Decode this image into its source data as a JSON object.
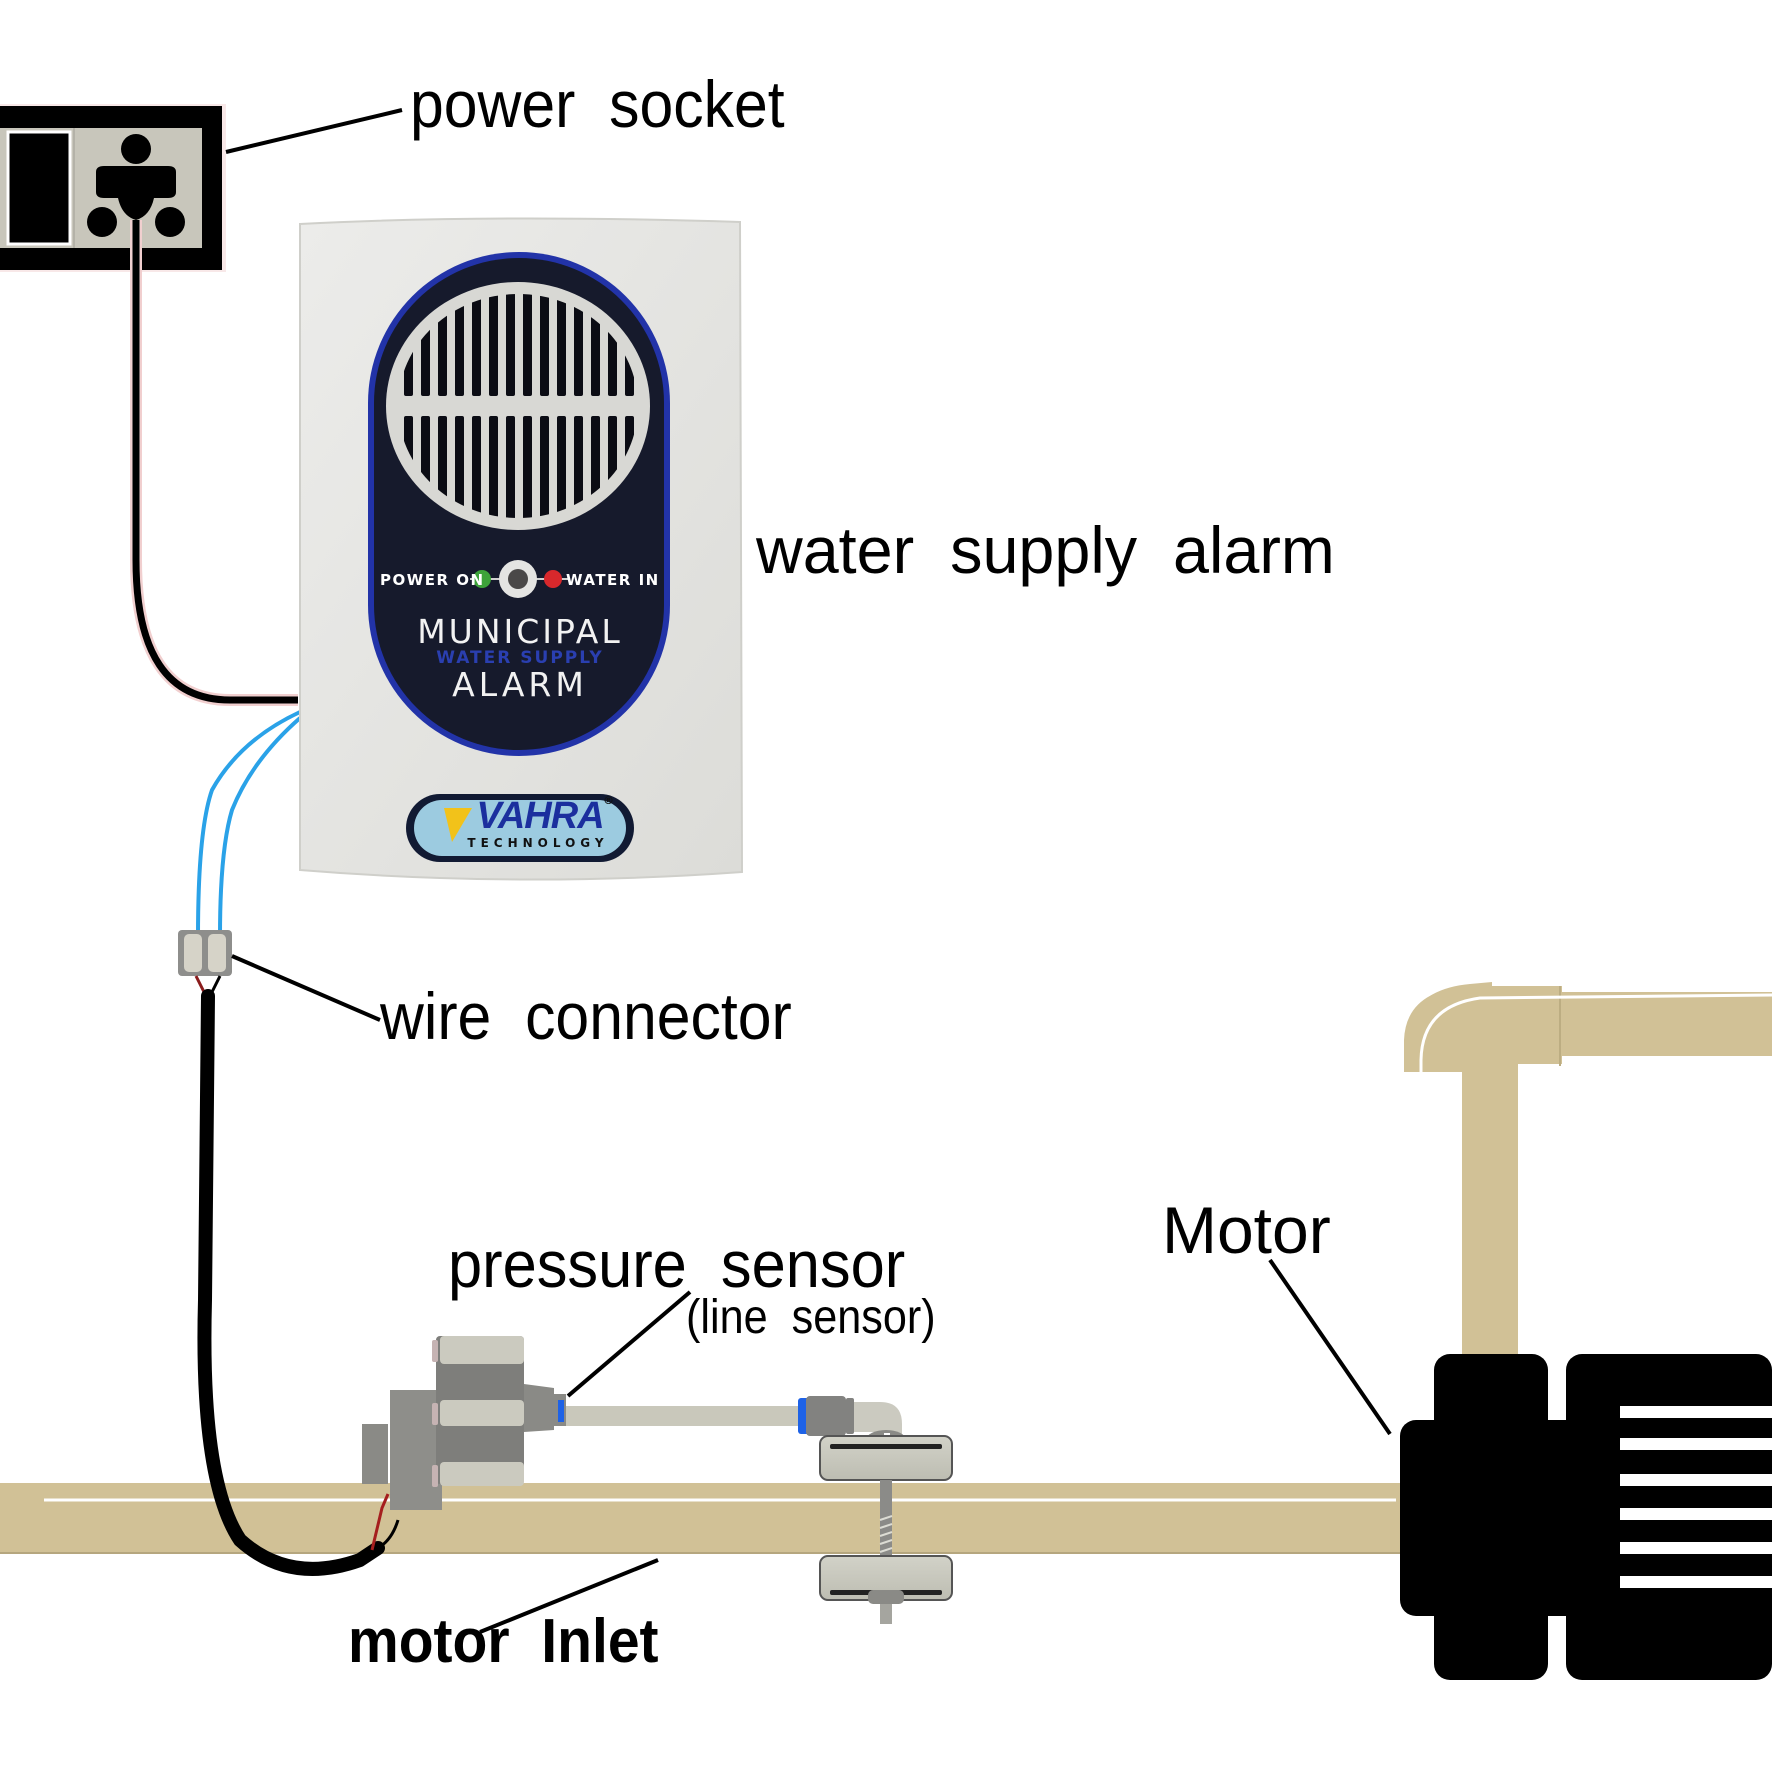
{
  "diagram": {
    "title": "Municipal water supply alarm installation",
    "labels": {
      "power_socket": "power  socket",
      "water_supply_alarm": "water  supply  alarm",
      "wire_connector": "wire  connector",
      "pressure_sensor": "pressure  sensor",
      "line_sensor": "(line  sensor)",
      "motor": "Motor",
      "motor_inlet": "motor  Inlet"
    },
    "device": {
      "indicator_left": "POWER ON",
      "indicator_right": "WATER IN",
      "line1": "MUNICIPAL",
      "line2": "WATER SUPPLY",
      "line3": "ALARM",
      "brand": "VAHRA",
      "brand_sub": "TECHNOLOGY",
      "registered_mark": "®"
    },
    "colors": {
      "pipe": "#d1c196",
      "device_body": "#e4e4e2",
      "device_panel": "#161a2c",
      "device_ring": "#2233a8",
      "led_power": "#3da33a",
      "led_water": "#d8282c",
      "sensor_wire": "#2aa2e8",
      "brand_badge": "#9ccbe0"
    }
  }
}
